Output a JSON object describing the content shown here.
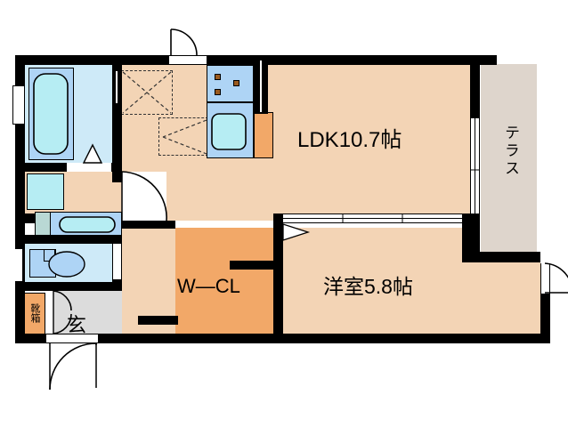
{
  "plan": {
    "type": "apartment-floor-plan",
    "layout_name": "1LDK",
    "rooms": [
      {
        "id": "ldk",
        "label": "LDK10.7帖",
        "area_jo": 10.7,
        "name": "living-dining-kitchen"
      },
      {
        "id": "bedroom",
        "label": "洋室5.8帖",
        "area_jo": 5.8,
        "name": "western-room"
      },
      {
        "id": "wcl",
        "label": "W—CL",
        "name": "walk-in-closet"
      },
      {
        "id": "terrace",
        "label": "テラス",
        "name": "terrace"
      },
      {
        "id": "genkan",
        "label": "玄",
        "name": "entrance"
      },
      {
        "id": "shoebox",
        "label": "靴箱",
        "name": "shoe-cabinet"
      }
    ],
    "fixtures": [
      {
        "name": "bathtub",
        "room": "bathroom"
      },
      {
        "name": "kitchen-sink",
        "room": "ldk"
      },
      {
        "name": "stove-burners",
        "count": 3,
        "room": "ldk"
      },
      {
        "name": "refrigerator-space",
        "room": "ldk"
      },
      {
        "name": "washing-machine-space",
        "room": "washroom"
      },
      {
        "name": "vanity-sink",
        "room": "washroom"
      },
      {
        "name": "toilet",
        "room": "toilet"
      }
    ],
    "doors": [
      {
        "name": "entrance-door",
        "position": "bottom-left"
      },
      {
        "name": "ldk-north-door",
        "position": "top"
      },
      {
        "name": "bedroom-east-door",
        "position": "right"
      },
      {
        "name": "bathroom-door",
        "position": "center-left"
      },
      {
        "name": "hall-door",
        "position": "center-left"
      },
      {
        "name": "toilet-door",
        "position": "left"
      },
      {
        "name": "terrace-sliding-door",
        "position": "right"
      }
    ],
    "colors": {
      "floor": "#f3d4b5",
      "closet": "#f2a868",
      "terrace": "#ded5cc",
      "genkan": "#dcdcdc",
      "water_room": "#ceeaf8",
      "fixture": "#aed4f5",
      "tub": "#b6edf3",
      "wall": "#000000"
    }
  }
}
